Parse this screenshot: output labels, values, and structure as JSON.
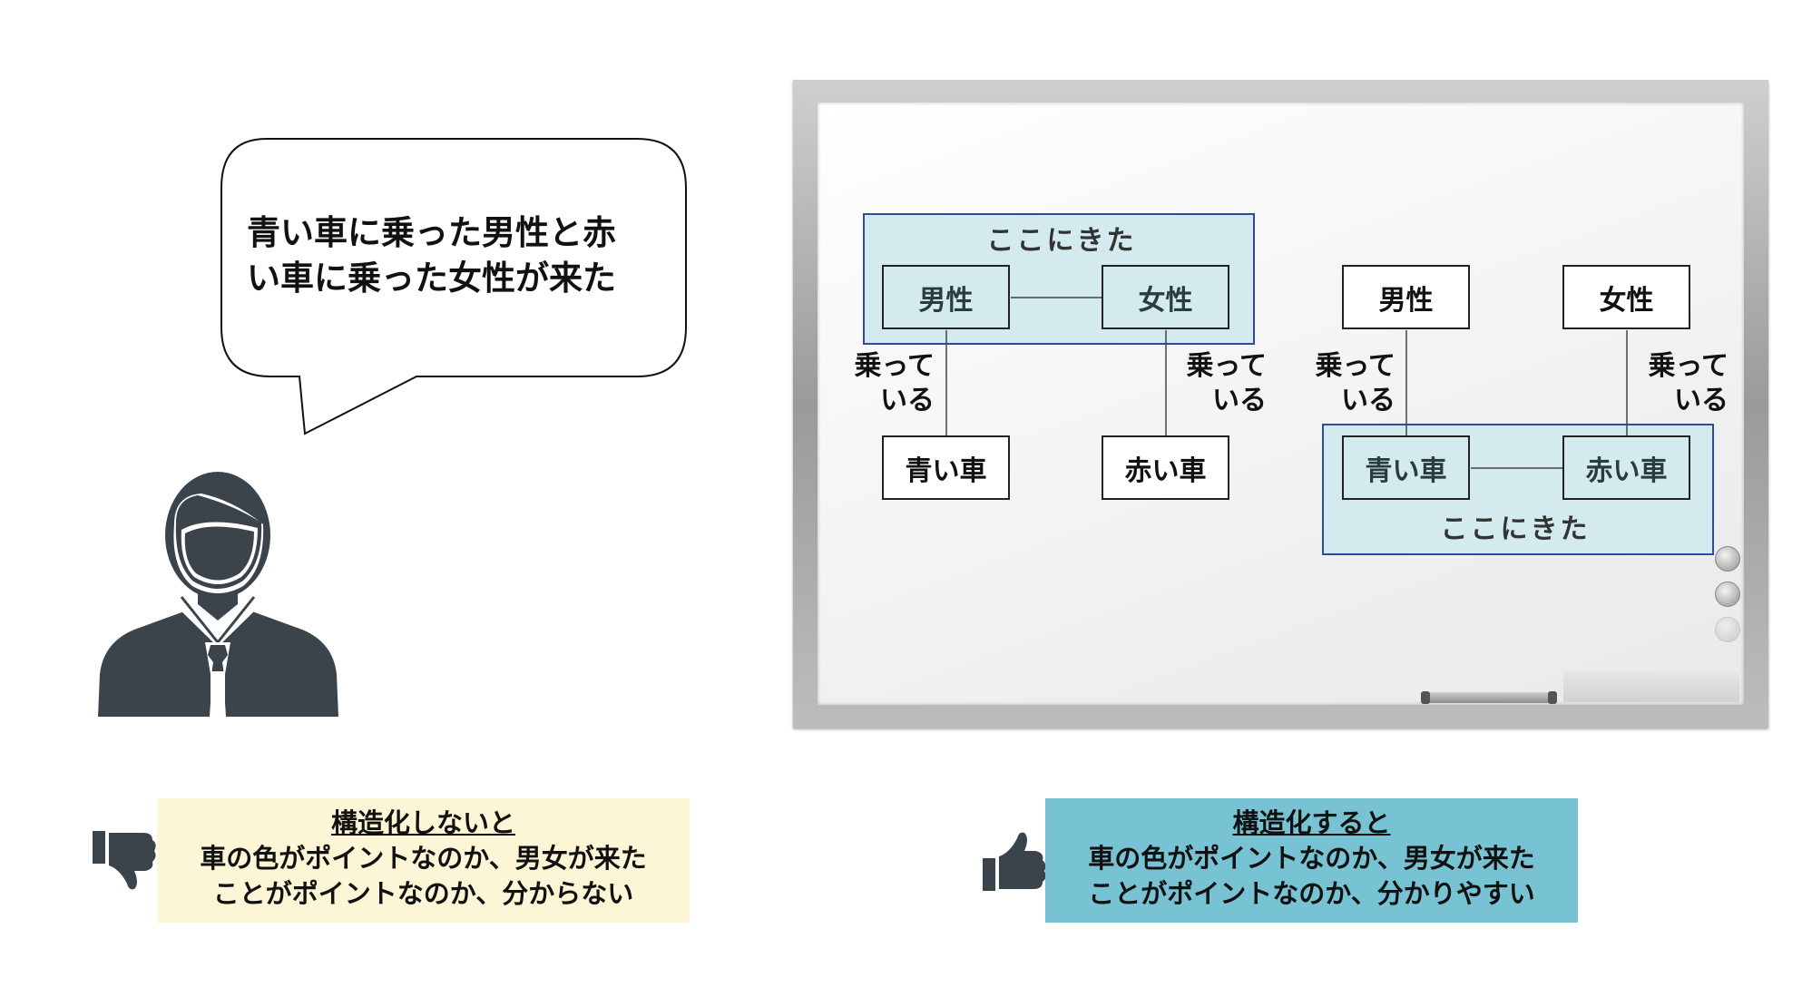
{
  "speech_bubble": {
    "line1": "青い車に乗った男性と赤",
    "line2": "い車に乗った女性が来た"
  },
  "person": {
    "icon": "businessman-icon"
  },
  "whiteboard": {
    "left_diagram": {
      "group_label": "ここにきた",
      "top_nodes": [
        "男性",
        "女性"
      ],
      "bottom_nodes": [
        "青い車",
        "赤い車"
      ],
      "edge_labels": [
        {
          "line1": "乗って",
          "line2": "いる"
        },
        {
          "line1": "乗って",
          "line2": "いる"
        }
      ]
    },
    "right_diagram": {
      "group_label": "ここにきた",
      "top_nodes": [
        "男性",
        "女性"
      ],
      "bottom_nodes": [
        "青い車",
        "赤い車"
      ],
      "edge_labels": [
        {
          "line1": "乗って",
          "line2": "いる"
        },
        {
          "line1": "乗って",
          "line2": "いる"
        }
      ]
    }
  },
  "notes": {
    "bad": {
      "icon": "thumbs-down-icon",
      "heading": "構造化しないと",
      "line1": "車の色がポイントなのか、男女が来た",
      "line2": "ことがポイントなのか、分からない",
      "color": "#fdf6d6"
    },
    "good": {
      "icon": "thumbs-up-icon",
      "heading": "構造化すると",
      "line1": "車の色がポイントなのか、男女が来た",
      "line2": "ことがポイントなのか、分かりやすい",
      "color": "#78c3d3"
    }
  },
  "colors": {
    "group_fill": "#d3ebee",
    "group_border": "#2f4a9a",
    "icon_dark": "#3c444b"
  }
}
